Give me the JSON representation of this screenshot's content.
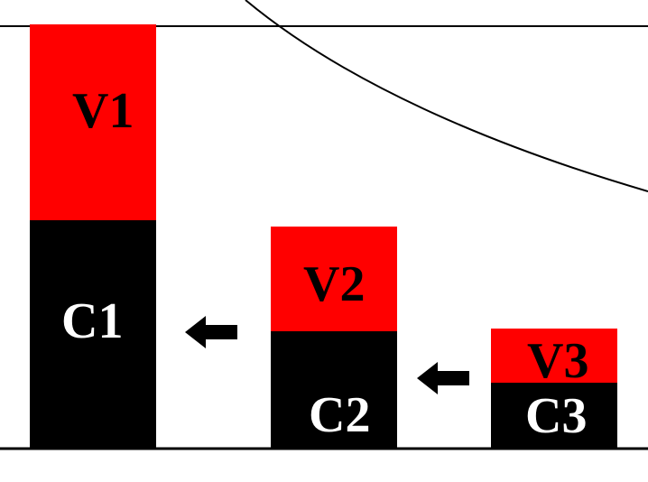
{
  "colors": {
    "variable_cost": "#ff0000",
    "fixed_component": "#000000",
    "label_on_red": "#000000",
    "label_on_black": "#ffffff",
    "lines": "#000000",
    "background": "#ffffff"
  },
  "bars": [
    {
      "id": "bar-1",
      "top_label": "V1",
      "bottom_label": "C1"
    },
    {
      "id": "bar-2",
      "top_label": "V2",
      "bottom_label": "C2"
    },
    {
      "id": "bar-3",
      "top_label": "V3",
      "bottom_label": "C3"
    }
  ],
  "arrows": [
    {
      "id": "arrow-c2-to-c1",
      "direction": "left-arrow-icon"
    },
    {
      "id": "arrow-c3-to-c2",
      "direction": "left-arrow-icon"
    }
  ]
}
